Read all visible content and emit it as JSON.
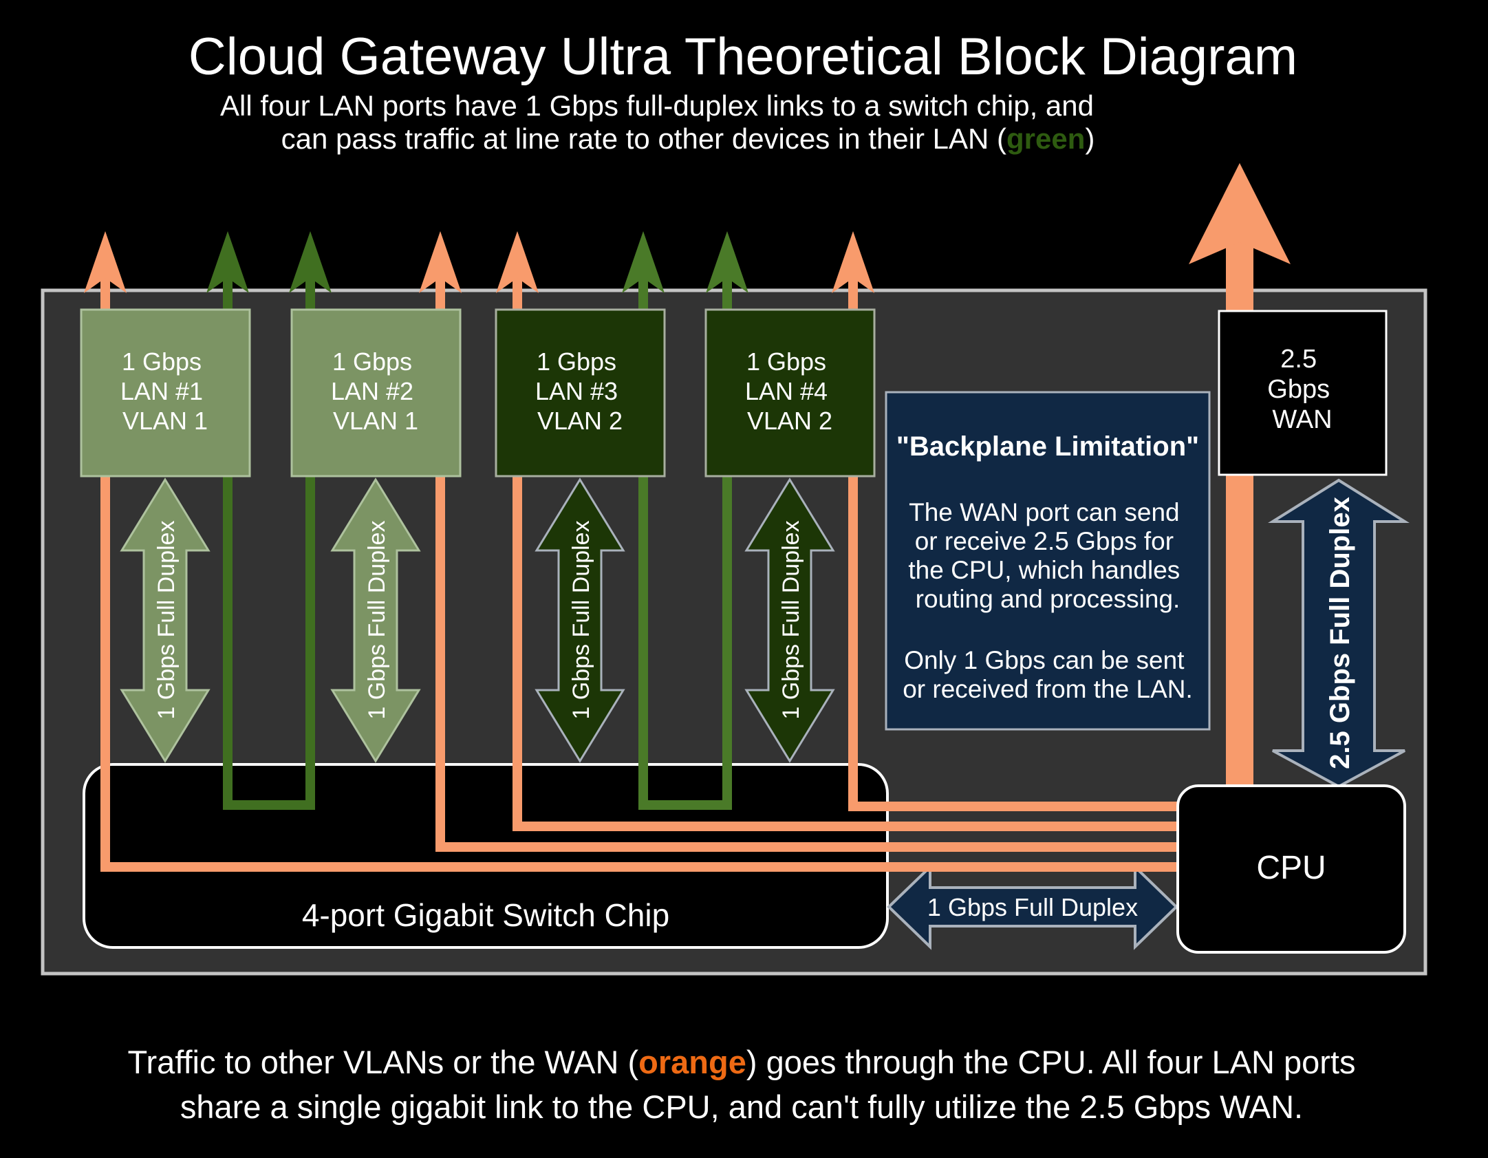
{
  "title": "Cloud Gateway Ultra Theoretical Block Diagram",
  "subtitle": {
    "line1": "All four LAN ports have 1 Gbps full-duplex links to a switch chip, and",
    "line2_prefix": "can pass traffic at line rate to other devices in their LAN (",
    "line2_highlight": "green",
    "line2_suffix": ")"
  },
  "footer": {
    "line1_prefix": "Traffic to other VLANs or the WAN (",
    "line1_highlight": "orange",
    "line1_suffix": ") goes through the CPU. All four LAN ports",
    "line2": "share a single gigabit link to the CPU, and can't fully utilize the 2.5 Gbps WAN."
  },
  "ports": {
    "lan1": {
      "lines": [
        "1 Gbps",
        "LAN #1",
        "VLAN 1"
      ]
    },
    "lan2": {
      "lines": [
        "1 Gbps",
        "LAN #2",
        "VLAN 1"
      ]
    },
    "lan3": {
      "lines": [
        "1 Gbps",
        "LAN #3",
        "VLAN 2"
      ]
    },
    "lan4": {
      "lines": [
        "1 Gbps",
        "LAN #4",
        "VLAN 2"
      ]
    },
    "wan": {
      "lines": [
        "2.5",
        "Gbps",
        "WAN"
      ]
    }
  },
  "labels": {
    "lan_duplex": "1 Gbps Full Duplex",
    "wan_duplex": "2.5 Gbps Full Duplex",
    "cpu_link_duplex": "1 Gbps Full Duplex",
    "switch_chip": "4-port Gigabit Switch Chip",
    "cpu": "CPU"
  },
  "callout": {
    "title": "\"Backplane Limitation\"",
    "para1_line1": "The WAN port can send",
    "para1_line2": "or receive 2.5 Gbps for",
    "para1_line3": "the CPU, which handles",
    "para1_line4": "routing and processing.",
    "para2_line1": "Only 1 Gbps can be sent",
    "para2_line2": "or received from the LAN."
  },
  "colors": {
    "background": "#000000",
    "panel": "#333333",
    "panel_border": "#C4C4C4",
    "box_fill": "#000000",
    "box_border": "#FFFFFF",
    "orange": "#F89B6C",
    "orange_word": "#EE6A14",
    "green_word": "#2E5B10",
    "vlan1_fill": "#7C9464",
    "vlan1_border": "#AEC29E",
    "vlan1_line": "#406F20",
    "vlan2_fill": "#1C3606",
    "vlan2_border": "#A8AFA0",
    "vlan2_line": "#4A7A28",
    "navy": "#102844",
    "navy_border": "#AAB2BC",
    "text": "#FFFFFF"
  }
}
